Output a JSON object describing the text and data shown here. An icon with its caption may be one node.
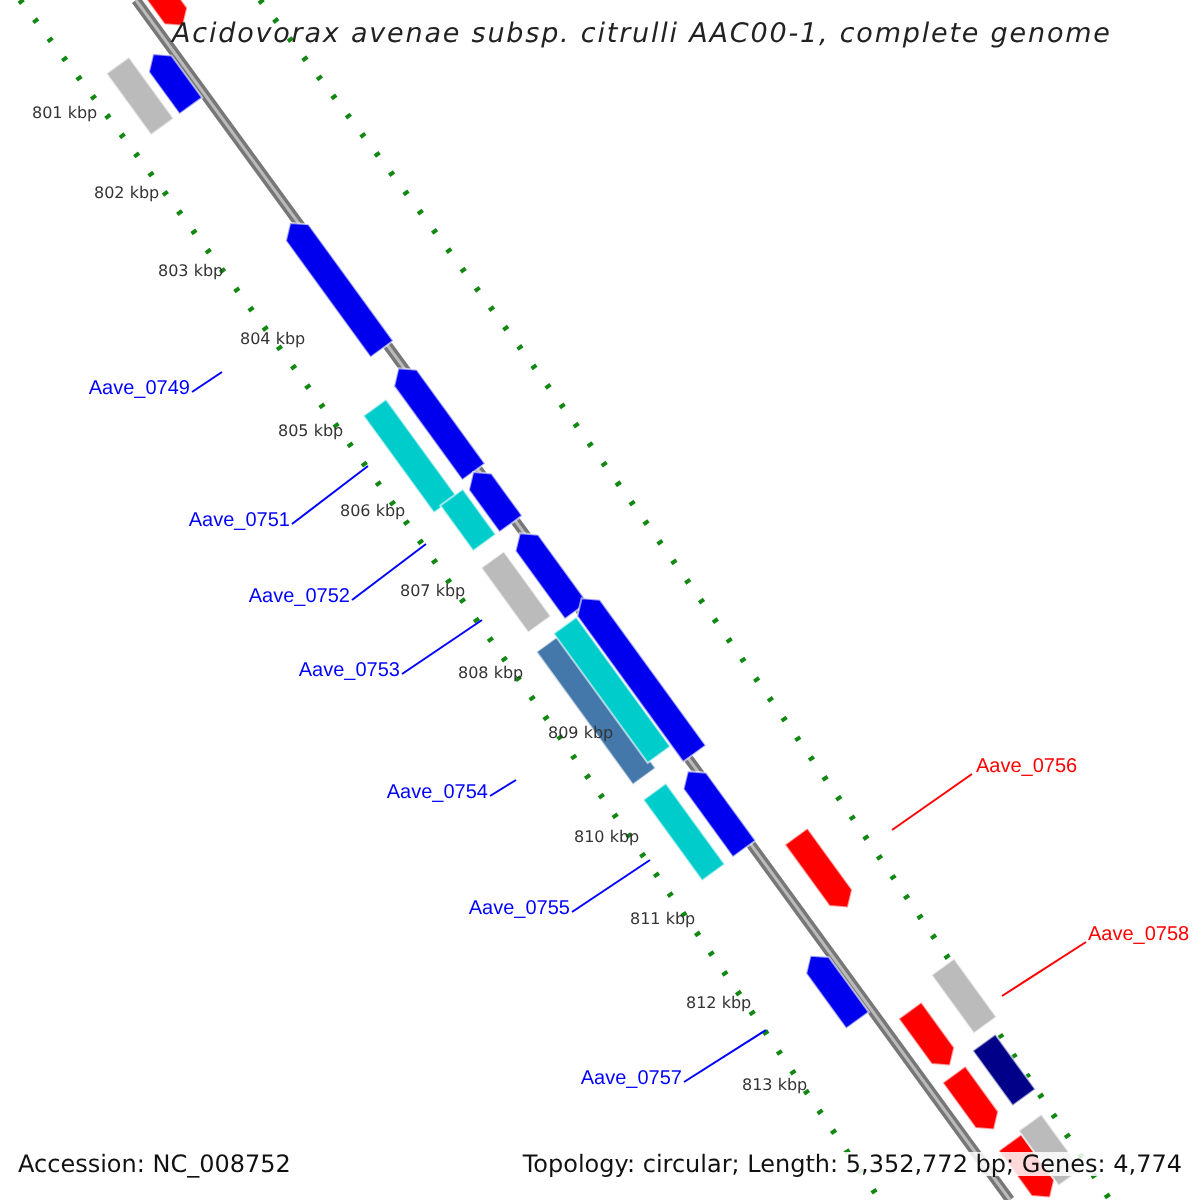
{
  "diagram": {
    "title": "Acidovorax avenae subsp. citrulli AAC00-1, complete genome",
    "nodes": [
      {
        "text": [
          "Aave_0749"
        ]
      },
      {
        "text": [
          "Aave_0751"
        ]
      },
      {
        "text": [
          "Aave_0752"
        ]
      },
      {
        "text": [
          "Aave_0753"
        ]
      },
      {
        "text": [
          "Aave_0754"
        ]
      },
      {
        "text": [
          "Aave_0755"
        ]
      },
      {
        "text": [
          "Aave_0756"
        ]
      },
      {
        "text": [
          "Aave_0757"
        ]
      },
      {
        "text": [
          "Aave_0758"
        ]
      }
    ],
    "edges": [
      {
        "from": 0,
        "to": null,
        "arrow": "none"
      },
      {
        "from": 1,
        "to": null,
        "arrow": "none"
      },
      {
        "from": 2,
        "to": null,
        "arrow": "none"
      },
      {
        "from": 3,
        "to": null,
        "arrow": "none"
      },
      {
        "from": 4,
        "to": null,
        "arrow": "none"
      },
      {
        "from": 5,
        "to": null,
        "arrow": "none"
      },
      {
        "from": 6,
        "to": null,
        "arrow": "none",
        "color": "#ff0000"
      },
      {
        "from": 7,
        "to": null,
        "arrow": "none"
      },
      {
        "from": 8,
        "to": null,
        "arrow": "none",
        "color": "#ff0000"
      }
    ],
    "labels": [
      "801 kbp",
      "802 kbp",
      "803 kbp",
      "804 kbp",
      "805 kbp",
      "806 kbp",
      "807 kbp",
      "808 kbp",
      "809 kbp",
      "810 kbp",
      "811 kbp",
      "812 kbp",
      "813 kbp",
      "Accession: NC_008752",
      "Topology: circular; Length: 5,352,772 bp; Genes: 4,774"
    ]
  }
}
